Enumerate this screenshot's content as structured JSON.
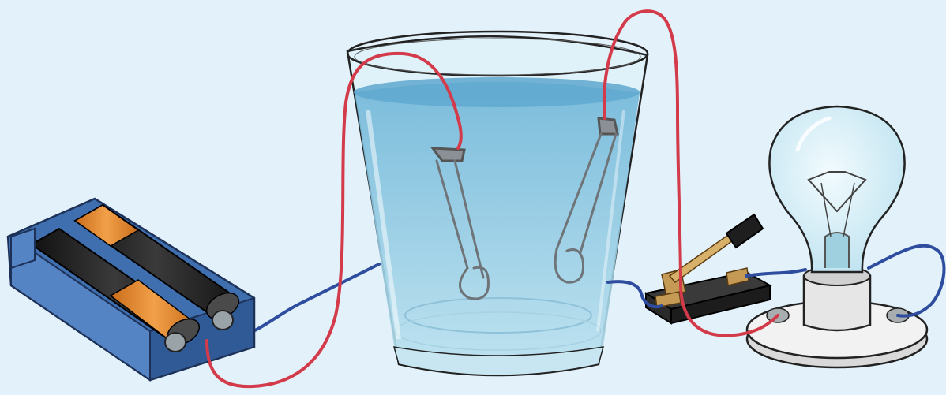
{
  "scene": {
    "components": [
      {
        "id": "battery-holder",
        "icon": "battery-holder-icon"
      },
      {
        "id": "glass",
        "icon": "glass-of-water-icon"
      },
      {
        "id": "safety-pin-left",
        "icon": "safety-pin-icon"
      },
      {
        "id": "safety-pin-right",
        "icon": "safety-pin-icon"
      },
      {
        "id": "knife-switch",
        "icon": "switch-icon"
      },
      {
        "id": "light-bulb",
        "icon": "light-bulb-icon"
      }
    ],
    "colors": {
      "background": "#e3f2fa",
      "water": "#93cde6",
      "battery_holder": "#3f6fae",
      "battery_body": "#262626",
      "battery_band": "#e88a2e",
      "wire_red": "#d33a4a",
      "wire_blue": "#2e4d9e",
      "switch_base": "#262626",
      "bulb_glass": "#d4eef6",
      "bulb_base": "#ebebeb"
    }
  }
}
